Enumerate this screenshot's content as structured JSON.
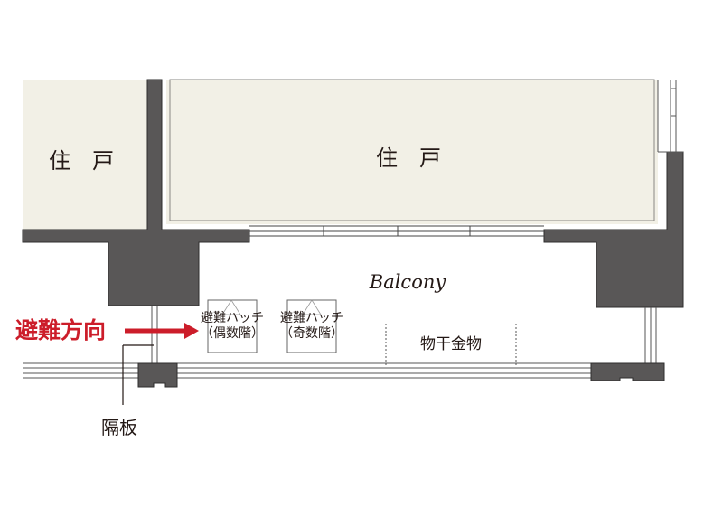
{
  "rooms": {
    "left_unit": "住　戸",
    "main_unit": "住　戸"
  },
  "balcony_label": "Balcony",
  "hatch_even": {
    "line1": "避難ハッチ",
    "line2": "（偶数階）"
  },
  "hatch_odd": {
    "line1": "避難ハッチ",
    "line2": "（奇数階）"
  },
  "drying_hardware": "物干金物",
  "evacuation_direction": "避難方向",
  "partition": "隔板",
  "colors": {
    "room_fill": "#f2f0e6",
    "wall": "#595757",
    "wall_outline": "#2e2e2e",
    "arrow": "#cc1d2a",
    "text": "#231815"
  }
}
